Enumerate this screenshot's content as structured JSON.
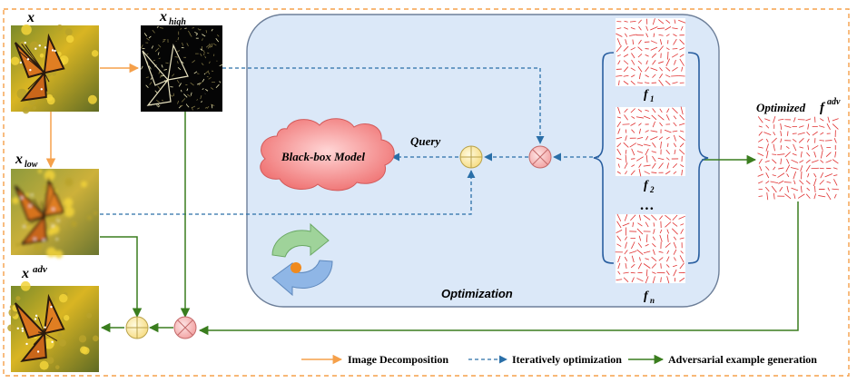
{
  "labels": {
    "x": "x",
    "x_high": "x",
    "x_high_sub": "high",
    "x_low": "x",
    "x_low_sub": "low",
    "x_adv": "x",
    "x_adv_sup": "adv",
    "query": "Query",
    "black_box_model": "Black-box Model",
    "optimization": "Optimization",
    "optimized": "Optimized",
    "f_adv": "f",
    "f_adv_sup": "adv",
    "f1": "f",
    "f1_sub": "1",
    "f2": "f",
    "f2_sub": "2",
    "ellipsis": "…",
    "fn": "f",
    "fn_sub": "n"
  },
  "legend": [
    {
      "label": "Image Decomposition",
      "style": "solid",
      "color": "#f5a04a"
    },
    {
      "label": "Iteratively optimization",
      "style": "dashed",
      "color": "#2a6fa8"
    },
    {
      "label": "Adversarial example generation",
      "style": "solid",
      "color": "#3a7d1e"
    }
  ],
  "colors": {
    "orange": "#f5a04a",
    "blue": "#2a6fa8",
    "green": "#3a7d1e",
    "panel": "#dbe8f8",
    "cloud": "#f08080",
    "field": "#e03030"
  }
}
